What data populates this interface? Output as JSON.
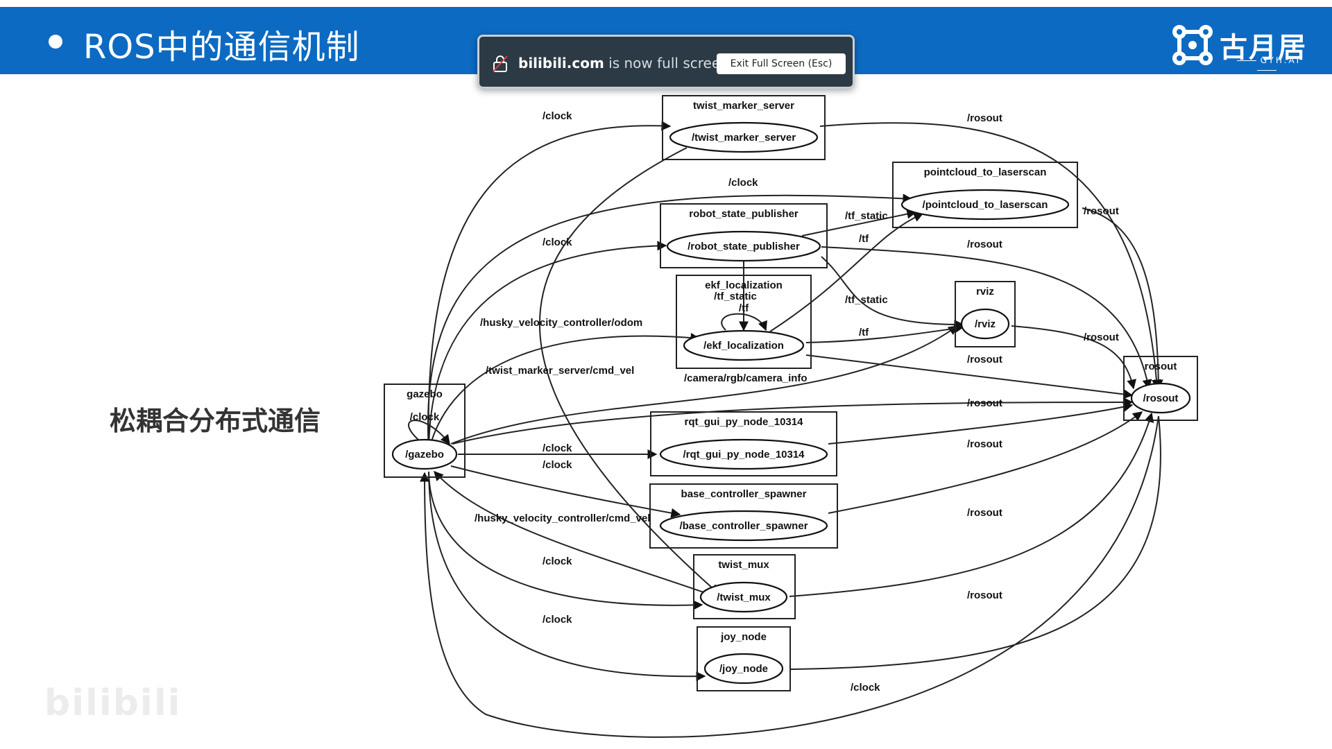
{
  "slide": {
    "title": "ROS中的通信机制",
    "side_text": "松耦合分布式通信",
    "logo_text": "古月居",
    "logo_sub": "GYH.AI",
    "watermark": "bilibili"
  },
  "fullscreen_banner": {
    "site": "bilibili.com",
    "message": " is now full screen",
    "exit_label": "Exit Full Screen (Esc)"
  },
  "graph": {
    "boxes": {
      "twist_marker_server": "twist_marker_server",
      "pointcloud_to_laserscan": "pointcloud_to_laserscan",
      "robot_state_publisher": "robot_state_publisher",
      "ekf_localization": "ekf_localization",
      "rviz": "rviz",
      "rosout": "rosout",
      "gazebo": "gazebo",
      "rqt_gui_py_node": "rqt_gui_py_node_10314",
      "base_controller_spawner": "base_controller_spawner",
      "twist_mux": "twist_mux",
      "joy_node": "joy_node"
    },
    "nodes": {
      "twist_marker_server": "/twist_marker_server",
      "pointcloud_to_laserscan": "/pointcloud_to_laserscan",
      "robot_state_publisher": "/robot_state_publisher",
      "ekf_localization": "/ekf_localization",
      "rviz": "/rviz",
      "rosout": "/rosout",
      "gazebo": "/gazebo",
      "rqt_gui_py_node": "/rqt_gui_py_node_10314",
      "base_controller_spawner": "/base_controller_spawner",
      "twist_mux": "/twist_mux",
      "joy_node": "/joy_node"
    },
    "topics": {
      "clock": "/clock",
      "rosout": "/rosout",
      "tf": "/tf",
      "tf_static": "/tf_static",
      "odom": "/husky_velocity_controller/odom",
      "marker_cmd_vel": "/twist_marker_server/cmd_vel",
      "husky_cmd_vel": "/husky_velocity_controller/cmd_vel",
      "camera_info": "/camera/rgb/camera_info"
    }
  }
}
